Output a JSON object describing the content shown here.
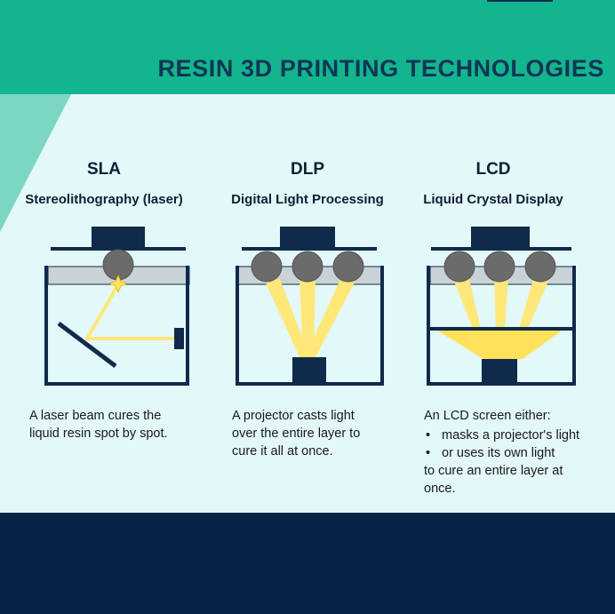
{
  "title": "RESIN 3D PRINTING TECHNOLOGIES",
  "colors": {
    "header_band": "#13b58f",
    "panel_background": "#e3f8f8",
    "footer_band": "#052448",
    "title_text": "#0f3554",
    "printer_frame": "#0f2a4a",
    "light_beam": "#ffe77a",
    "light_source": "#6b6b6b"
  },
  "columns": [
    {
      "heading": "SLA",
      "subtitle": "Stereolithography (laser)",
      "description": [
        "A laser beam cures the",
        "liquid resin spot by spot."
      ]
    },
    {
      "heading": "DLP",
      "subtitle": "Digital Light Processing",
      "description": [
        "A projector casts light",
        "over the entire layer to",
        "cure it all at once."
      ]
    },
    {
      "heading": "LCD",
      "subtitle": "Liquid Crystal Display",
      "intro": "An LCD screen either:",
      "bullets": [
        "masks a projector's light",
        "or uses its own light"
      ],
      "bullet_glyph": "•",
      "outro": [
        "to cure an entire layer at",
        "once."
      ]
    }
  ]
}
